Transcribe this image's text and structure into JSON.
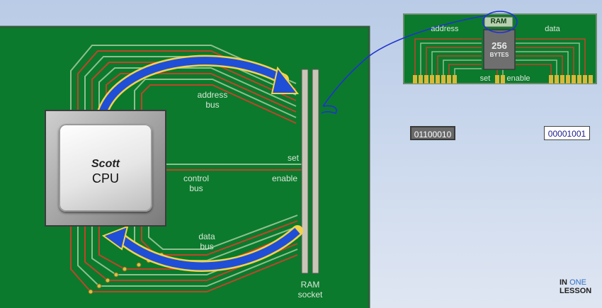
{
  "board": {
    "cpu_name": "Scott",
    "cpu_label": "CPU",
    "address_bus_label": "address\nbus",
    "control_bus_label": "control\nbus",
    "data_bus_label": "data\nbus",
    "set_label": "set",
    "enable_label": "enable",
    "socket_label": "RAM\nsocket"
  },
  "ram_module": {
    "tag": "RAM",
    "address_label": "address",
    "data_label": "data",
    "set_label": "set",
    "enable_label": "enable",
    "capacity_value": "256",
    "capacity_unit": "BYTES"
  },
  "registers": {
    "left_value": "01100010",
    "right_value": "00001001"
  },
  "logo": {
    "line1_a": "IN",
    "line1_b": "ONE",
    "line2": "LESSON"
  },
  "colors": {
    "board": "#0a7a2a",
    "trace_red": "#c0442a",
    "trace_green": "#7fb580",
    "arrow_blue": "#1f4fd6",
    "arrow_outline": "#f3d34a",
    "annotation": "#1f33d1"
  }
}
